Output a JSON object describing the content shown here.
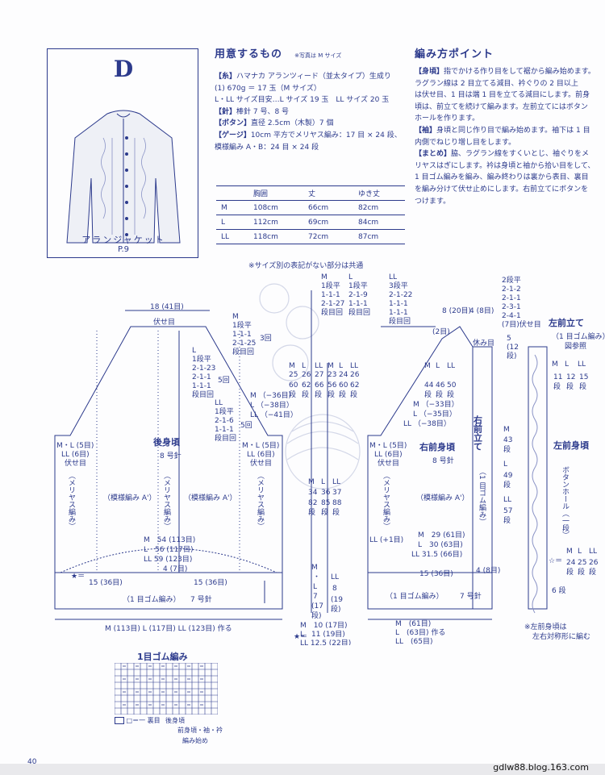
{
  "product": {
    "letter": "D",
    "name": "アランジャケット",
    "page": "P.9"
  },
  "materials": {
    "title": "用意するもの",
    "note": "※写真は M サイズ",
    "lines": [
      {
        "tag": "【糸】",
        "text": "ハマナカ アランツィード（並太タイプ）生成り"
      },
      {
        "tag": "",
        "text": "(1) 670g ＝ 17 玉（M サイズ）"
      },
      {
        "tag": "",
        "text": "L・LL サイズ目安…L サイズ 19 玉　LL サイズ 20 玉"
      },
      {
        "tag": "【針】",
        "text": "棒針 7 号、8 号"
      },
      {
        "tag": "【ボタン】",
        "text": "直径 2.5cm（木製）7 個"
      },
      {
        "tag": "【ゲージ】",
        "text": "10cm 平方でメリヤス編み：17 目 × 24 段、"
      },
      {
        "tag": "",
        "text": "模様編み A・B：24 目 × 24 段"
      }
    ]
  },
  "size_table": {
    "headers": [
      "",
      "胸囲",
      "丈",
      "ゆき丈"
    ],
    "rows": [
      [
        "M",
        "108cm",
        "66cm",
        "82cm"
      ],
      [
        "L",
        "112cm",
        "69cm",
        "84cm"
      ],
      [
        "LL",
        "118cm",
        "72cm",
        "87cm"
      ]
    ]
  },
  "knit_points": {
    "title": "編み方ポイント",
    "lines": [
      {
        "tag": "【身頃】",
        "text": "指でかける作り目をして裾から編み始めます。"
      },
      {
        "tag": "",
        "text": "ラグラン線は 2 目立てる減目、衿ぐりの 2 目以上"
      },
      {
        "tag": "",
        "text": "は伏せ目、1 目は端 1 目を立てる減目にします。前身"
      },
      {
        "tag": "",
        "text": "頃は、前立てを続けて編みます。左前立てにはボタン"
      },
      {
        "tag": "",
        "text": "ホールを作ります。"
      },
      {
        "tag": "【袖】",
        "text": "身頃と同じ作り目で編み始めます。袖下は 1 目"
      },
      {
        "tag": "",
        "text": "内側でねじり増し目をします。"
      },
      {
        "tag": "【まとめ】",
        "text": "脇、ラグラン線をすくいとじ、袖ぐりをメ"
      },
      {
        "tag": "",
        "text": "リヤスはぎにします。衿は身頃と袖から拾い目をして、"
      },
      {
        "tag": "",
        "text": "1 目ゴム編みを編み、編み終わりは裏から表目、裏目"
      },
      {
        "tag": "",
        "text": "を編み分けて伏せ止めにします。右前立てにボタンを"
      },
      {
        "tag": "",
        "text": "つけます。"
      }
    ]
  },
  "diagram": {
    "common_note": "※サイズ別の表記がない部分は共通",
    "back": {
      "title": "後身頃",
      "needle": "8 号針",
      "top_width": "18 (41目)",
      "bind_off": "伏せ目",
      "pattern_a1": "（模様編み A'）",
      "pattern_a2": "（模様編み A'）",
      "stockinette_center": "（メリヤス編み）",
      "stockinette_left": "（メリヤス編み）",
      "stockinette_right": "（メリヤス編み）",
      "st_m": "M　54 (113目)",
      "st_l": "L　56 (117目)",
      "st_ll": "LL 59 (123目)",
      "center_w": "4 (7目)",
      "side_l": "15 (36目)",
      "side_r": "15 (36目)",
      "rib": "（1 目ゴム編み）",
      "rib_needle": "7 号針",
      "cast_on": "M (113目) L (117目) LL (123目) 作る",
      "underarm_l": [
        "M・L (5目)",
        "LL (6目)",
        "伏せ目"
      ],
      "underarm_r": [
        "M・L (5目)",
        "LL (6目)",
        "伏せ目"
      ],
      "raglan_l": [
        "L",
        "1段平",
        "2-1-23",
        "2-1-1",
        "1-1-1",
        "段目回"
      ],
      "raglan_m": [
        "M",
        "1段平",
        "1-1-1",
        "2-1-25",
        "段目回"
      ],
      "raglan_ll": [
        "LL",
        "1段平",
        "2-1-6",
        "1-1-1",
        "段目回"
      ],
      "times_3": "3回",
      "times_5a": "5回",
      "times_5b": "5回",
      "rows_m": "M （−36目）",
      "rows_l": "L （−38目）",
      "rows_ll": "LL （−41目）",
      "h_m": [
        "M",
        "25",
        "60",
        "段"
      ],
      "h_l": [
        "L",
        "26",
        "62",
        "段"
      ],
      "h_ll": [
        "LL",
        "27",
        "66",
        "段"
      ],
      "h2_m": [
        "M",
        "23",
        "56",
        "段"
      ],
      "h2_l": [
        "L",
        "24",
        "60",
        "段"
      ],
      "h2_ll": [
        "LL",
        "26",
        "62",
        "段"
      ],
      "body_m": [
        "M",
        "34",
        "82",
        "段"
      ],
      "body_l": [
        "L",
        "36",
        "85",
        "段"
      ],
      "body_ll": [
        "LL",
        "37",
        "88",
        "段"
      ],
      "rib_h_m": [
        "M",
        "・",
        "L",
        "7",
        "(17",
        "段)"
      ],
      "rib_h_ll": [
        "LL",
        "8",
        "(19",
        "段)"
      ],
      "rib_cm_m": "M　10 (17目)",
      "rib_cm_l": "L　11 (19目)",
      "rib_cm_ll": "LL 12.5 (22目)"
    },
    "neck_dec": {
      "m": [
        "M",
        "1段平",
        "1-1-1",
        "2-1-27",
        "段目回"
      ],
      "l": [
        "L",
        "1段平",
        "2-1-9",
        "1-1-1",
        "段目回"
      ],
      "ll": [
        "LL",
        "3段平",
        "2-1-22",
        "1-1-1",
        "1-1-1",
        "段目回"
      ],
      "top_8": "8 (20目)",
      "top_4": "4 (8目)",
      "top_2": "(2目)",
      "bind": "休み目",
      "fs_rows": [
        "2段平",
        "2-1-2",
        "2-1-1",
        "2-3-1",
        "2-4-1",
        "(7目)伏せ目"
      ],
      "fs_h": [
        "5",
        "(12",
        "段)"
      ]
    },
    "right_front": {
      "title": "右前身頃",
      "needle": "8 号針",
      "stockinette": "（メリヤス編み）",
      "pattern": "（模様編み A'）",
      "underarm": [
        "M・L (5目)",
        "LL (6目)",
        "伏せ目"
      ],
      "raglan_m": "M （−33目）",
      "raglan_l": "L （−35目）",
      "raglan_ll": "LL （−38目）",
      "h_m": [
        "M",
        "44",
        "段"
      ],
      "h_l": [
        "L",
        "46",
        "段"
      ],
      "h_ll": [
        "LL",
        "50",
        "段"
      ],
      "st_m": "M　29 (61目)",
      "st_l": "L　30 (63目)",
      "st_ll": "LL 31.5 (66目)",
      "plus_one": "LL (+1目)",
      "side": "15 (36目)",
      "band_w": "4 (8目)",
      "rib": "（1 目ゴム編み）",
      "rib_needle": "7 号針",
      "cast_m": "M　(61目)",
      "cast_l": "L　(63目) 作る",
      "cast_ll": "LL　(65目)"
    },
    "right_band": {
      "title": "右前立て",
      "rib": "（1 目ゴム編み）",
      "h_m": [
        "M",
        "43",
        "段"
      ],
      "h_l": [
        "L",
        "49",
        "段"
      ],
      "h_ll": [
        "LL",
        "57",
        "段"
      ]
    },
    "left_band": {
      "title": "左前立て",
      "sub": "（1 目ゴム編み）",
      "ref": "図参照",
      "top_m": [
        "M",
        "11",
        "段"
      ],
      "top_l": [
        "L",
        "12",
        "段"
      ],
      "top_ll": [
        "LL",
        "15",
        "段"
      ],
      "left_front": "左前身頃",
      "buttonhole": "ボタンホール（一段）",
      "star_m": [
        "M",
        "24",
        "段"
      ],
      "star_l": [
        "L",
        "25",
        "段"
      ],
      "star_ll": [
        "LL",
        "26",
        "段"
      ],
      "bottom": "6 段",
      "star_mark": "☆＝",
      "note1": "※左前身頃は",
      "note2": "左右対称形に編む"
    },
    "star_note": "★＝"
  },
  "rib_chart": {
    "title": "1目ゴム編み",
    "legend": "□＝一 裏目",
    "back_body": "後身頃",
    "front_sleeve": "前身頃・袖・衿",
    "start": "編み始め"
  },
  "footer": {
    "page_number": "40",
    "url": "gdlw88.blog.163.com"
  }
}
